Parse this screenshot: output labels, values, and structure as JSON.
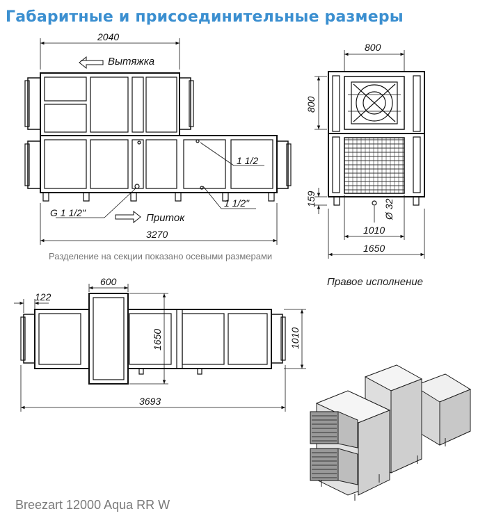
{
  "header": {
    "title": "Габаритные и присоединительные размеры"
  },
  "front_view": {
    "labels": {
      "exhaust": "Вытяжка",
      "supply": "Приток"
    },
    "dims": {
      "top_width": "2040",
      "total_width": "3270",
      "pipe_1": "1 1/2",
      "pipe_2": "1 1/2\"",
      "drain": "G 1 1/2\""
    }
  },
  "section_note": "Разделение на секции показано осевыми размерами",
  "side_view": {
    "dims": {
      "fan_width": "800",
      "fan_height": "800",
      "leg_height": "159",
      "drain_diameter": "Ø 32",
      "base_width": "1010",
      "total_width": "1650"
    }
  },
  "variant_label": "Правое исполнение",
  "top_view": {
    "dims": {
      "flange": "122",
      "section_width": "600",
      "section_height": "1650",
      "depth": "1010",
      "total_length": "3693"
    }
  },
  "product_name": "Breezart 12000 Aqua RR W"
}
